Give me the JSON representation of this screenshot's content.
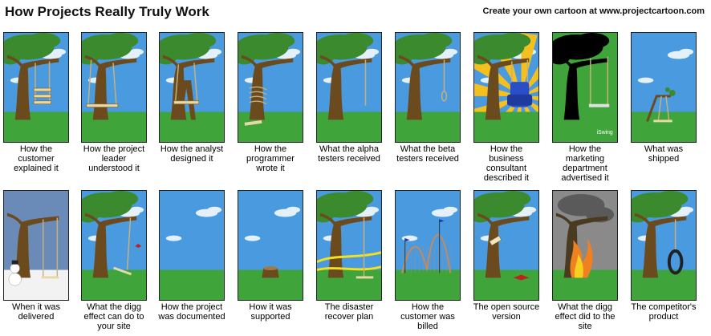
{
  "header": {
    "title": "How Projects Really Truly Work",
    "credit": "Create your own cartoon at www.projectcartoon.com"
  },
  "colors": {
    "sky": "#4a9ae0",
    "grass": "#3fa43a",
    "trunk": "#6b4a1e",
    "foliage": "#3b8a2e",
    "rope": "#c8b07a",
    "seat": "#e8d8a8"
  },
  "panels": [
    {
      "caption": "How the customer explained it",
      "icon": "tree-tire-triple-swing"
    },
    {
      "caption": "How the project leader understood it",
      "icon": "tree-swing-through-trunk"
    },
    {
      "caption": "How the analyst designed it",
      "icon": "tree-split-trunk-swing"
    },
    {
      "caption": "How the programmer wrote it",
      "icon": "tree-swing-wrapped-trunk"
    },
    {
      "caption": "What the alpha testers received",
      "icon": "tree-single-rope"
    },
    {
      "caption": "What the beta testers received",
      "icon": "tree-noose"
    },
    {
      "caption": "How the business consultant described it",
      "icon": "tree-armchair-sunburst"
    },
    {
      "caption": "How the marketing department advertised it",
      "icon": "silhouette-tree-iswing",
      "brand": "iSwing"
    },
    {
      "caption": "What was shipped",
      "icon": "broken-sapling-swing"
    },
    {
      "caption": "When it was delivered",
      "icon": "winter-snowman-tree"
    },
    {
      "caption": "What the digg effect can do to your site",
      "icon": "tree-broken-swing-bird"
    },
    {
      "caption": "How the project was documented",
      "icon": "empty-field"
    },
    {
      "caption": "How it was supported",
      "icon": "tree-stump"
    },
    {
      "caption": "The disaster recover plan",
      "icon": "tree-caution-tape"
    },
    {
      "caption": "How the customer was billed",
      "icon": "roller-coaster"
    },
    {
      "caption": "The open source version",
      "icon": "tree-red-seat-sign"
    },
    {
      "caption": "What the digg effect did to the site",
      "icon": "tree-on-fire"
    },
    {
      "caption": "The competitor's product",
      "icon": "tree-tire-swing"
    }
  ]
}
